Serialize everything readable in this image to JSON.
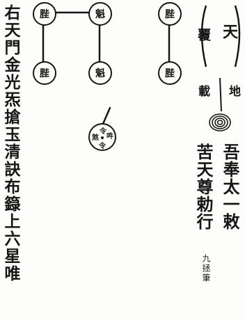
{
  "right_block": {
    "sky": "天",
    "cover": "覆",
    "earth": "地",
    "carry": "載",
    "line_1": "吾奉太一敕",
    "line_2": "苦天尊勅行",
    "note": "九拯筆"
  },
  "left_column": {
    "text": "右天門金光炁搶玉清訣布籙上六星唯"
  },
  "stars": {
    "s1": "䏶",
    "s2": "魁",
    "s3": "䏶",
    "s4": "䏶",
    "s5": "魁",
    "s6": "䏶"
  },
  "seal": {
    "top": "令",
    "left": "煞",
    "right": "吽",
    "bottom": "令"
  }
}
